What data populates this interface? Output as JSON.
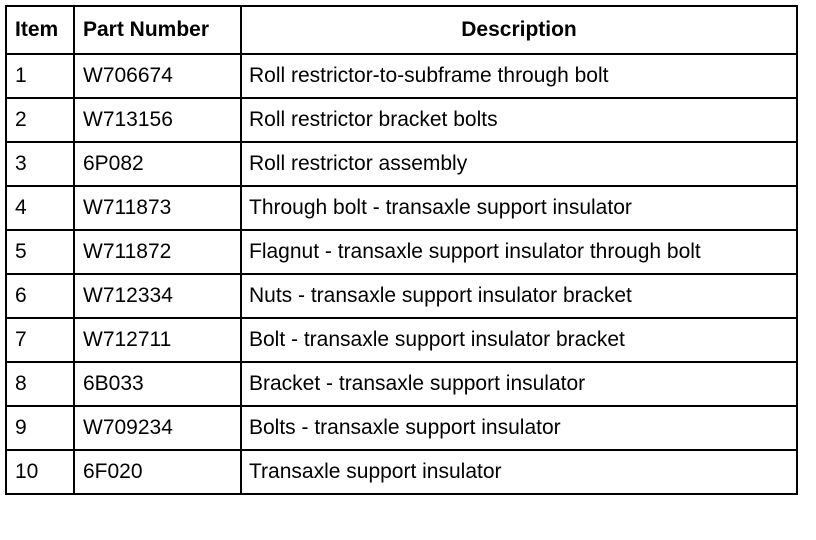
{
  "table": {
    "headers": {
      "item": "Item",
      "part_number": "Part Number",
      "description": "Description"
    },
    "rows": [
      {
        "item": "1",
        "part_number": "W706674",
        "description": "Roll restrictor-to-subframe through bolt"
      },
      {
        "item": "2",
        "part_number": "W713156",
        "description": "Roll restrictor bracket bolts"
      },
      {
        "item": "3",
        "part_number": "6P082",
        "description": "Roll restrictor assembly"
      },
      {
        "item": "4",
        "part_number": "W711873",
        "description": "Through bolt - transaxle support insulator"
      },
      {
        "item": "5",
        "part_number": "W711872",
        "description": "Flagnut - transaxle support insulator through bolt"
      },
      {
        "item": "6",
        "part_number": "W712334",
        "description": "Nuts - transaxle support insulator bracket"
      },
      {
        "item": "7",
        "part_number": "W712711",
        "description": "Bolt - transaxle support insulator bracket"
      },
      {
        "item": "8",
        "part_number": "6B033",
        "description": "Bracket - transaxle support insulator"
      },
      {
        "item": "9",
        "part_number": "W709234",
        "description": "Bolts - transaxle support insulator"
      },
      {
        "item": "10",
        "part_number": "6F020",
        "description": "Transaxle support insulator"
      }
    ]
  }
}
